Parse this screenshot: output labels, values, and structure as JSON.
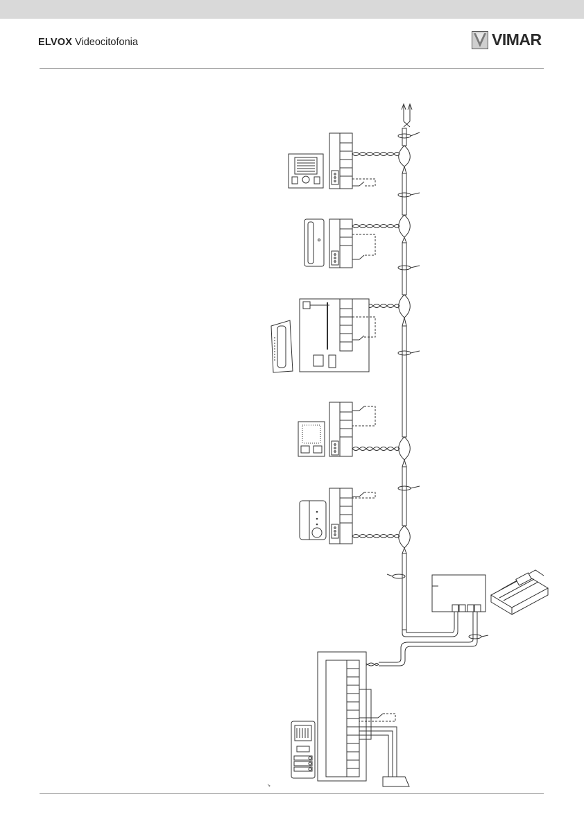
{
  "header": {
    "brand_strong": "ELVOX",
    "brand_light": "Videocitofonia",
    "logo_text": "VIMAR"
  },
  "colors": {
    "header_band": "#d9d9d9",
    "rule": "#9a9a9a",
    "line": "#333333",
    "ink": "#222222"
  },
  "footer": {
    "mark": "↘"
  }
}
